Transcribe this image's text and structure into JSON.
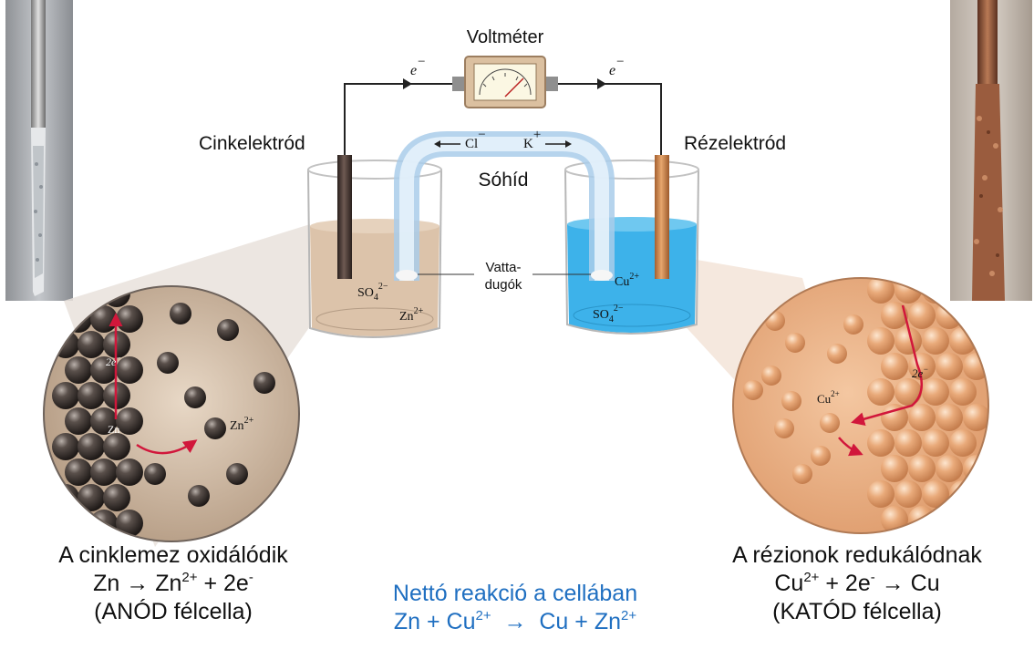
{
  "labels": {
    "voltmeter": "Voltméter",
    "electron": "e",
    "zinc_electrode": "Cinkelektród",
    "copper_electrode": "Rézelektród",
    "salt_bridge": "Sóhíd",
    "bridge_cl": "Cl",
    "bridge_k": "K",
    "cotton_plugs_1": "Vatta-",
    "cotton_plugs_2": "dugók",
    "so4_left": "SO",
    "zn_left": "Zn",
    "cu_right": "Cu",
    "so4_right": "SO",
    "zoom_left_2e": "2e",
    "zoom_left_zn": "Zn",
    "zoom_left_zn2": "Zn",
    "zoom_right_2e": "2e",
    "zoom_right_cu2": "Cu"
  },
  "captions": {
    "left_title": "A cinklemez oxidálódik",
    "left_eq_a": "Zn → Zn",
    "left_eq_sup1": "2+",
    "left_eq_b": " + 2e",
    "left_eq_sup2": "-",
    "left_role": "(ANÓD félcella)",
    "right_title": "A rézionok redukálódnak",
    "right_eq_a": "Cu",
    "right_eq_sup1": "2+",
    "right_eq_b": " + 2e",
    "right_eq_sup2": "-",
    "right_eq_c": " → Cu",
    "right_role": "(KATÓD félcella)",
    "net_title": "Nettó reakció a cellában",
    "net_eq_a": "Zn + Cu",
    "net_eq_sup1": "2+",
    "net_eq_b": "  →  Cu + Zn",
    "net_eq_sup2": "2+"
  },
  "colors": {
    "net_reaction": "#1f6fc1",
    "copper_solution": "#3db2ea",
    "zinc_solution": "#dcc3aa",
    "copper": "#c98a57",
    "zinc_atom": "#3a3330",
    "arrow": "#d1173b"
  }
}
